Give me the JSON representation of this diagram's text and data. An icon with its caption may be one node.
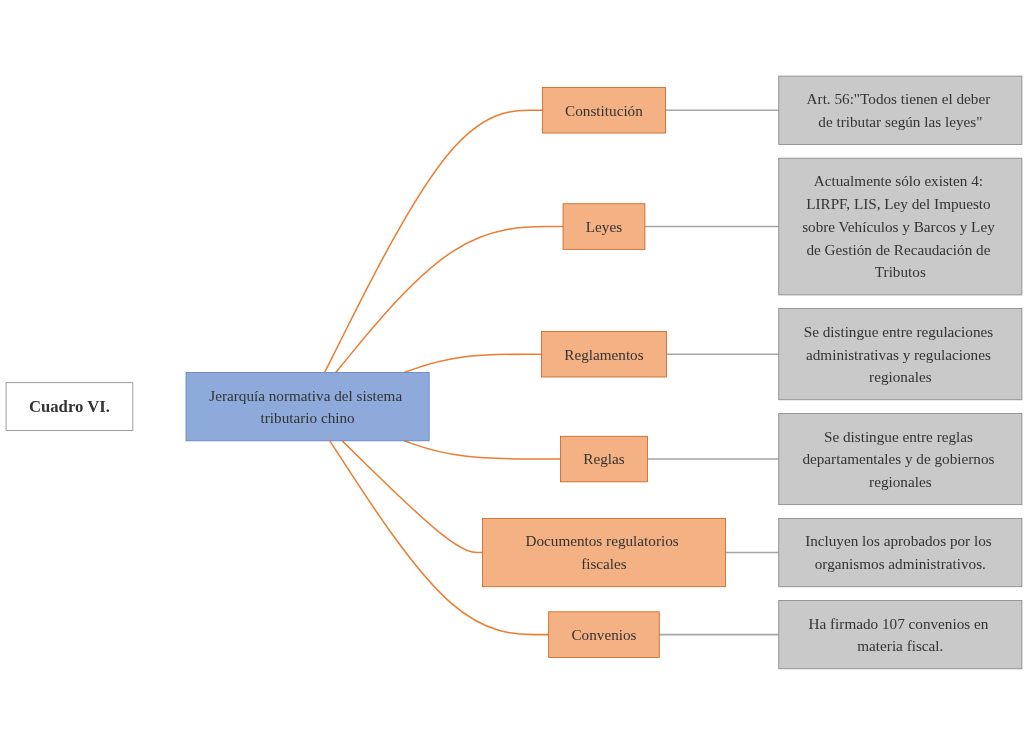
{
  "diagram": {
    "nodes": [
      {
        "text": [
          "Cuadro VI."
        ]
      },
      {
        "text": [
          "Jerarquía normativa del sistema tributario chino"
        ]
      },
      {
        "text": [
          "Constitución"
        ]
      },
      {
        "text": [
          "Art. 56:\"Todos tienen el deber de tributar según las leyes\""
        ]
      },
      {
        "text": [
          "Leyes"
        ]
      },
      {
        "text": [
          "Actualmente sólo existen 4: LIRPF, LIS, Ley del Impuesto sobre Vehículos y Barcos y Ley de Gestión de Recaudación de Tributos"
        ]
      },
      {
        "text": [
          "Reglamentos"
        ]
      },
      {
        "text": [
          "Se distingue entre regulaciones administrativas y regulaciones regionales"
        ]
      },
      {
        "text": [
          "Reglas"
        ]
      },
      {
        "text": [
          "Se distingue entre reglas departamentales y de gobiernos regionales"
        ]
      },
      {
        "text": [
          "Documentos regulatorios fiscales"
        ]
      },
      {
        "text": [
          "Incluyen los aprobados por los organismos administrativos."
        ]
      },
      {
        "text": [
          "Convenios"
        ]
      },
      {
        "text": [
          "Ha firmado 107 convenios en materia fiscal."
        ]
      }
    ],
    "edges": [
      {
        "from": 1,
        "to": 2,
        "arrow": "none",
        "color": "#ed7d31"
      },
      {
        "from": 1,
        "to": 4,
        "arrow": "none",
        "color": "#ed7d31"
      },
      {
        "from": 1,
        "to": 6,
        "arrow": "none",
        "color": "#ed7d31"
      },
      {
        "from": 1,
        "to": 8,
        "arrow": "none",
        "color": "#ed7d31"
      },
      {
        "from": 1,
        "to": 10,
        "arrow": "none",
        "color": "#ed7d31"
      },
      {
        "from": 1,
        "to": 12,
        "arrow": "none",
        "color": "#ed7d31"
      },
      {
        "from": 2,
        "to": 3,
        "arrow": "none",
        "color": "#a5a5a5"
      },
      {
        "from": 4,
        "to": 5,
        "arrow": "none",
        "color": "#a5a5a5"
      },
      {
        "from": 6,
        "to": 7,
        "arrow": "none",
        "color": "#a5a5a5"
      },
      {
        "from": 8,
        "to": 9,
        "arrow": "none",
        "color": "#a5a5a5"
      },
      {
        "from": 10,
        "to": 11,
        "arrow": "none",
        "color": "#a5a5a5"
      },
      {
        "from": 12,
        "to": 13,
        "arrow": "none",
        "color": "#a5a5a5"
      }
    ]
  }
}
